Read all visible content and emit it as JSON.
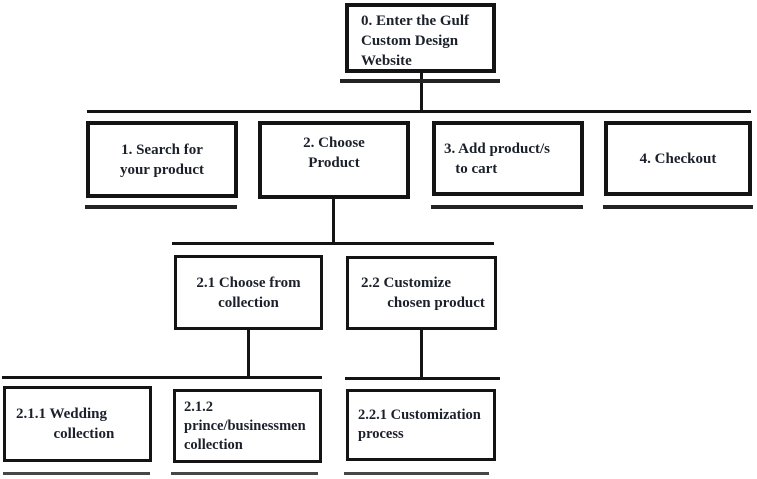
{
  "colors": {
    "background": "#ffffff",
    "box_border": "#141414",
    "text": "#1b202a",
    "connector": "#141414",
    "shadow": "#232323",
    "bottom_shadow": "#474747"
  },
  "boxes": {
    "enter_website": {
      "label": "0. Enter the Gulf\nCustom Design\nWebsite"
    },
    "search_product": {
      "label": "1. Search for\nyour product"
    },
    "choose_product": {
      "label": "2. Choose\nProduct"
    },
    "add_to_cart": {
      "label": "3. Add product/s\n   to cart"
    },
    "checkout": {
      "label": "4. Checkout"
    },
    "choose_from_collection": {
      "label": "2.1 Choose from\ncollection"
    },
    "customize_chosen_product": {
      "label": "2.2 Customize\n       chosen product"
    },
    "wedding_collection": {
      "label": "2.1.1 Wedding\n          collection"
    },
    "prince_businessmen_collection": {
      "label": "2.1.2\nprince/businessmen\ncollection"
    },
    "customization_process": {
      "label": "2.2.1 Customization\nprocess"
    }
  }
}
